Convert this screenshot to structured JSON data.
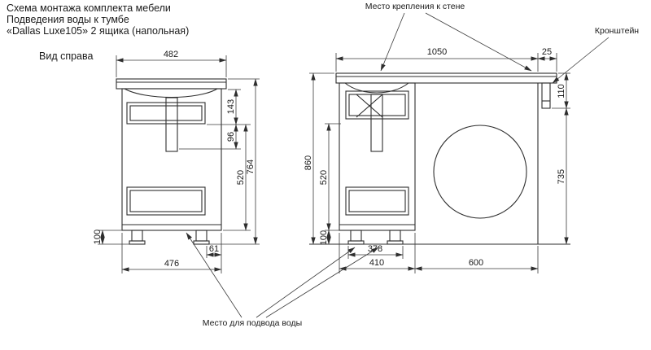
{
  "header": {
    "title_line1": "Схема монтажа комплекта мебели",
    "title_line2": "Подведения воды к тумбе",
    "title_line3": "«Dallas Luxe105» 2 ящика (напольная)",
    "view_label": "Вид справа"
  },
  "annotations": {
    "wall_mount": "Место крепления к стене",
    "bracket": "Кронштейн",
    "water_supply": "Место для подвода воды"
  },
  "side_view": {
    "top_width": "482",
    "upper_height": "143",
    "siphon_gap": "96",
    "inner_height": "520",
    "total_height": "764",
    "leg_height": "100",
    "bottom_width": "476",
    "back_gap": "61"
  },
  "front_view": {
    "total_width": "1050",
    "overhang": "25",
    "bracket_height": "110",
    "wall_height": "735",
    "total_height": "860",
    "inner_height": "520",
    "leg_height": "100",
    "legs_span": "378",
    "cabinet_width": "410",
    "machine_width": "600"
  },
  "colors": {
    "line": "#2e2e2e",
    "text": "#1a1a1a"
  }
}
